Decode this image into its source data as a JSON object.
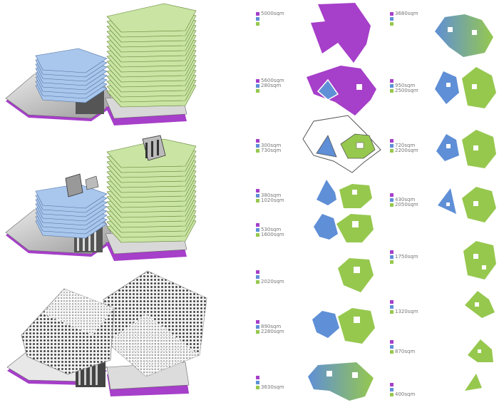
{
  "colors": {
    "purple": "#a63fc9",
    "blue": "#5f8fd6",
    "green": "#96c84e",
    "steel": "#aab0b6",
    "text": "#777777"
  },
  "col1_legends": [
    {
      "p": "5000sqm",
      "b": "",
      "g": ""
    },
    {
      "p": "5600sqm",
      "b": "280sqm",
      "g": ""
    },
    {
      "p": "",
      "b": "300sqm",
      "g": "730sqm"
    },
    {
      "p": "",
      "b": "380sqm",
      "g": "1020sqm"
    },
    {
      "p": "",
      "b": "530sqm",
      "g": "1600sqm"
    },
    {
      "p": "",
      "b": "",
      "g": "2020sqm"
    },
    {
      "p": "",
      "b": "890sqm",
      "g": "2280sqm"
    },
    {
      "p": "",
      "b": "",
      "g": "3630sqm"
    }
  ],
  "col2_legends": [
    {
      "p": "3680sqm",
      "b": "",
      "g": ""
    },
    {
      "p": "",
      "b": "950sqm",
      "g": "2500sqm"
    },
    {
      "p": "",
      "b": "720sqm",
      "g": "2200sqm"
    },
    {
      "p": "",
      "b": "430sqm",
      "g": "2050sqm"
    },
    {
      "p": "",
      "b": "1750sqm",
      "g": ""
    },
    {
      "p": "",
      "b": "",
      "g": "1320sqm"
    },
    {
      "p": "",
      "b": "",
      "g": "870sqm"
    },
    {
      "p": "",
      "b": "",
      "g": "400sqm"
    }
  ]
}
